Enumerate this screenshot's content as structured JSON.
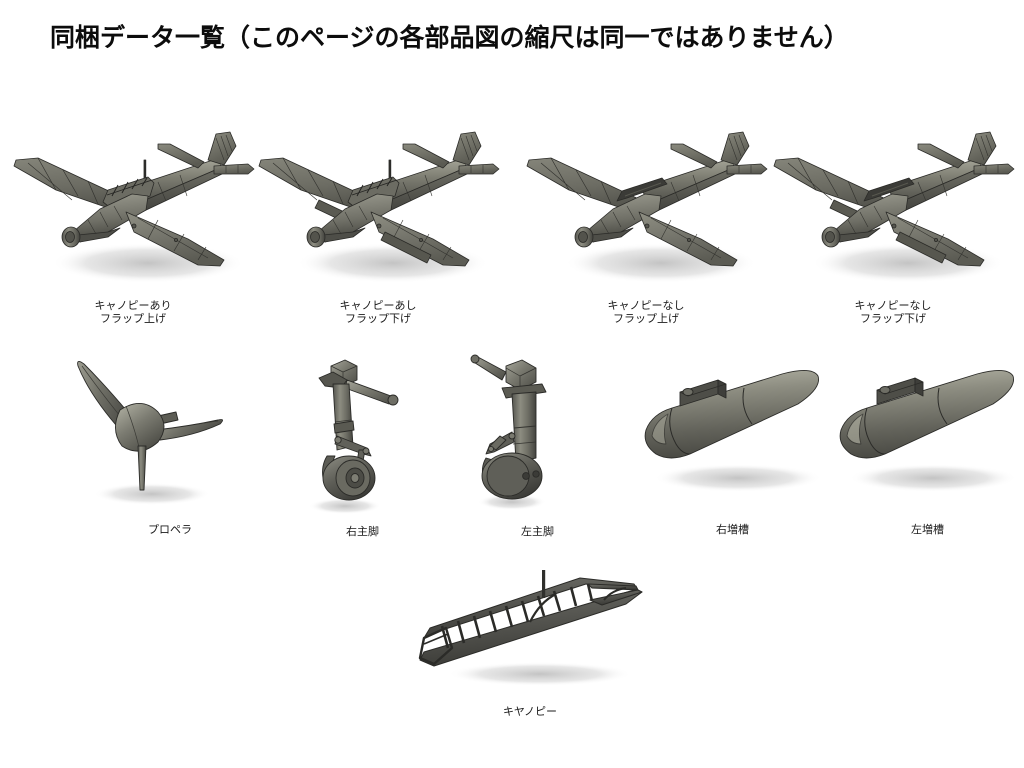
{
  "page": {
    "title": "同梱データ一覧（このページの各部品図の縮尺は同一ではありません）",
    "background_color": "#ffffff",
    "text_color": "#000000"
  },
  "render": {
    "style": "3d-cad-shaded-render",
    "material_color_light": "#9a9a8e",
    "material_color_mid": "#6f6f66",
    "material_color_dark": "#4a4a44",
    "outline_color": "#2b2b28",
    "shadow_color": "#d6d6d6"
  },
  "items": {
    "aircraft": [
      {
        "id": "aircraft-canopy-flaps-up",
        "caption_line1": "キャノピーあり",
        "caption_line2": "フラップ上げ",
        "canopy": "あり",
        "flaps": "上げ"
      },
      {
        "id": "aircraft-canopy-flaps-down",
        "caption_line1": "キャノピーあし",
        "caption_line2": "フラップ下げ",
        "canopy": "あし",
        "flaps": "下げ"
      },
      {
        "id": "aircraft-nocanopy-flaps-up",
        "caption_line1": "キャノピーなし",
        "caption_line2": "フラップ上げ",
        "canopy": "なし",
        "flaps": "上げ"
      },
      {
        "id": "aircraft-nocanopy-flaps-down",
        "caption_line1": "キャノピーなし",
        "caption_line2": "フラップ下げ",
        "canopy": "なし",
        "flaps": "下げ"
      }
    ],
    "parts": [
      {
        "id": "propeller",
        "caption": "プロペラ"
      },
      {
        "id": "right-main-gear",
        "caption": "右主脚"
      },
      {
        "id": "left-main-gear",
        "caption": "左主脚"
      },
      {
        "id": "right-drop-tank",
        "caption": "右増槽"
      },
      {
        "id": "left-drop-tank",
        "caption": "左増槽"
      }
    ],
    "canopy": {
      "id": "canopy-frame",
      "caption": "キヤノピー"
    }
  }
}
